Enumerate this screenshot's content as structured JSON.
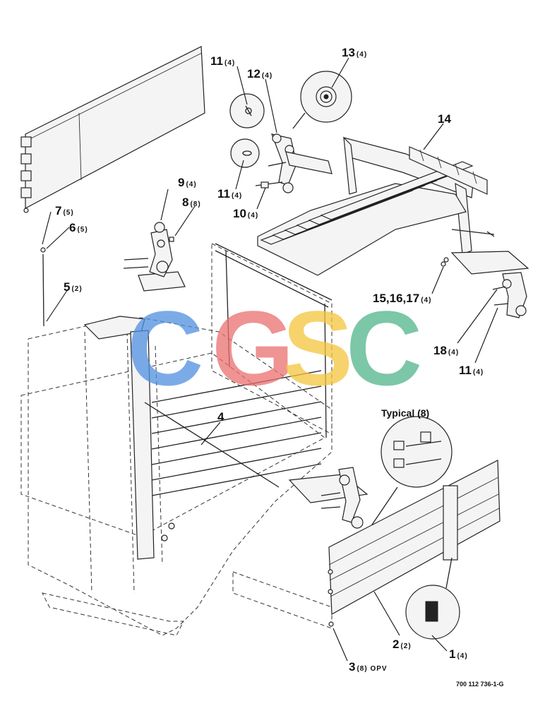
{
  "callouts": [
    {
      "num": "11",
      "qty": "(4)"
    },
    {
      "num": "12",
      "qty": "(4)"
    },
    {
      "num": "13",
      "qty": "(4)"
    },
    {
      "num": "14",
      "qty": ""
    },
    {
      "num": "9",
      "qty": "(4)"
    },
    {
      "num": "8",
      "qty": "(8)"
    },
    {
      "num": "11",
      "qty": "(4)"
    },
    {
      "num": "10",
      "qty": "(4)"
    },
    {
      "num": "7",
      "qty": "(5)"
    },
    {
      "num": "6",
      "qty": "(5)"
    },
    {
      "num": "5",
      "qty": "(2)"
    },
    {
      "num": "15,16,17",
      "qty": "(4)"
    },
    {
      "num": "18",
      "qty": "(4)"
    },
    {
      "num": "11",
      "qty": "(4)"
    },
    {
      "num": "4",
      "qty": ""
    },
    {
      "num": "2",
      "qty": "(2)"
    },
    {
      "num": "1",
      "qty": "(4)"
    },
    {
      "num": "3",
      "qty": "(8) OPV"
    }
  ],
  "typical_label": "Typical (8)",
  "drawing_ref": "700 112 736-1-G",
  "watermark": {
    "letters": [
      {
        "ch": "C",
        "color": "#4f8fe0"
      },
      {
        "ch": "G",
        "color": "#ea6f6f"
      },
      {
        "ch": "S",
        "color": "#f3c53c"
      },
      {
        "ch": "C",
        "color": "#4fb58a"
      }
    ]
  }
}
